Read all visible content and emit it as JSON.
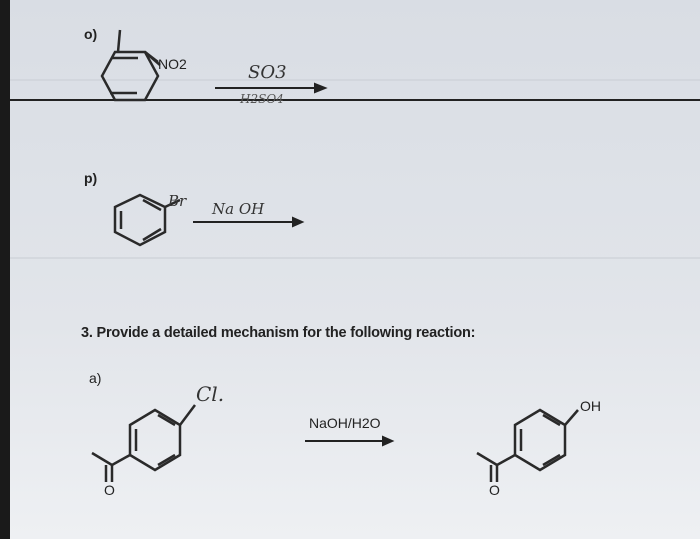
{
  "problem_o": {
    "label": "o)",
    "substituent": "NO2",
    "reagent_top": "SO3",
    "reagent_bottom": "H2SO4"
  },
  "problem_p": {
    "label": "p)",
    "substituent": "Br",
    "reagent": "Na OH"
  },
  "question": {
    "heading": "3. Provide a detailed mechanism for the following reaction:",
    "part_label": "a)",
    "substituent_start": "Cl.",
    "reagent": "NaOH/H2O",
    "substituent_product": "OH",
    "carbonyl_o": "O"
  }
}
